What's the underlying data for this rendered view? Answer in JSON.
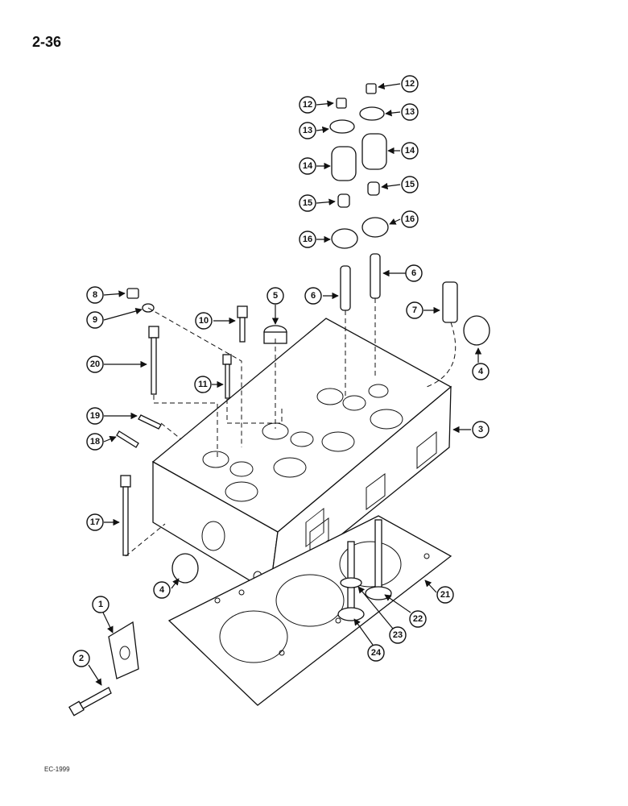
{
  "page_number": "2-36",
  "footer_code": "EC-1999",
  "callouts": [
    "1",
    "2",
    "3",
    "4",
    "4",
    "5",
    "6",
    "6",
    "7",
    "8",
    "9",
    "10",
    "11",
    "12",
    "12",
    "13",
    "13",
    "14",
    "14",
    "15",
    "15",
    "16",
    "16",
    "17",
    "18",
    "19",
    "20",
    "21",
    "22",
    "23",
    "24"
  ]
}
